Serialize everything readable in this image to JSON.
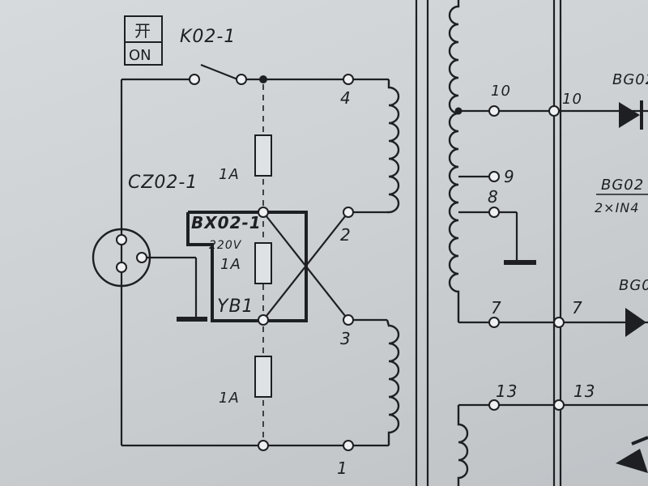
{
  "switch_box": {
    "char": "开",
    "label": "ON"
  },
  "switch_name": "K02-1",
  "socket_name": "CZ02-1",
  "fuse_block_name": "BX02-1",
  "voltage": "220V",
  "transformer_name": "YB1",
  "fuses": [
    "1A",
    "1A",
    "1A"
  ],
  "terminals_left": [
    "4",
    "2",
    "3",
    "1"
  ],
  "terminals_right": [
    "10",
    "10",
    "9",
    "8",
    "7",
    "7",
    "13",
    "13"
  ],
  "diode_labels": [
    "BG02",
    "BG02",
    "2×IN4",
    "BG0"
  ]
}
